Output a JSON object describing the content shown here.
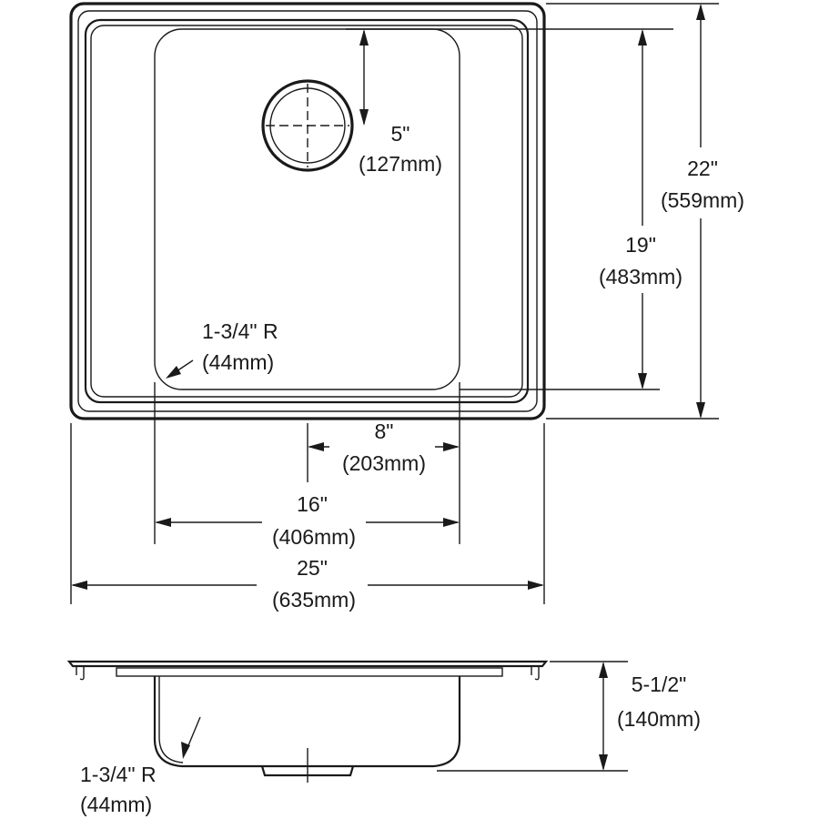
{
  "top_view": {
    "drain_offset": {
      "imperial": "5\"",
      "metric": "(127mm)"
    },
    "overall_depth": {
      "imperial": "22\"",
      "metric": "(559mm)"
    },
    "bowl_depth": {
      "imperial": "19\"",
      "metric": "(483mm)"
    },
    "corner_radius": {
      "imperial": "1-3/4\" R",
      "metric": "(44mm)"
    },
    "drain_center": {
      "imperial": "8\"",
      "metric": "(203mm)"
    },
    "bowl_width": {
      "imperial": "16\"",
      "metric": "(406mm)"
    },
    "overall_width": {
      "imperial": "25\"",
      "metric": "(635mm)"
    }
  },
  "side_view": {
    "bowl_height": {
      "imperial": "5-1/2\"",
      "metric": "(140mm)"
    },
    "corner_radius": {
      "imperial": "1-3/4\" R",
      "metric": "(44mm)"
    }
  }
}
